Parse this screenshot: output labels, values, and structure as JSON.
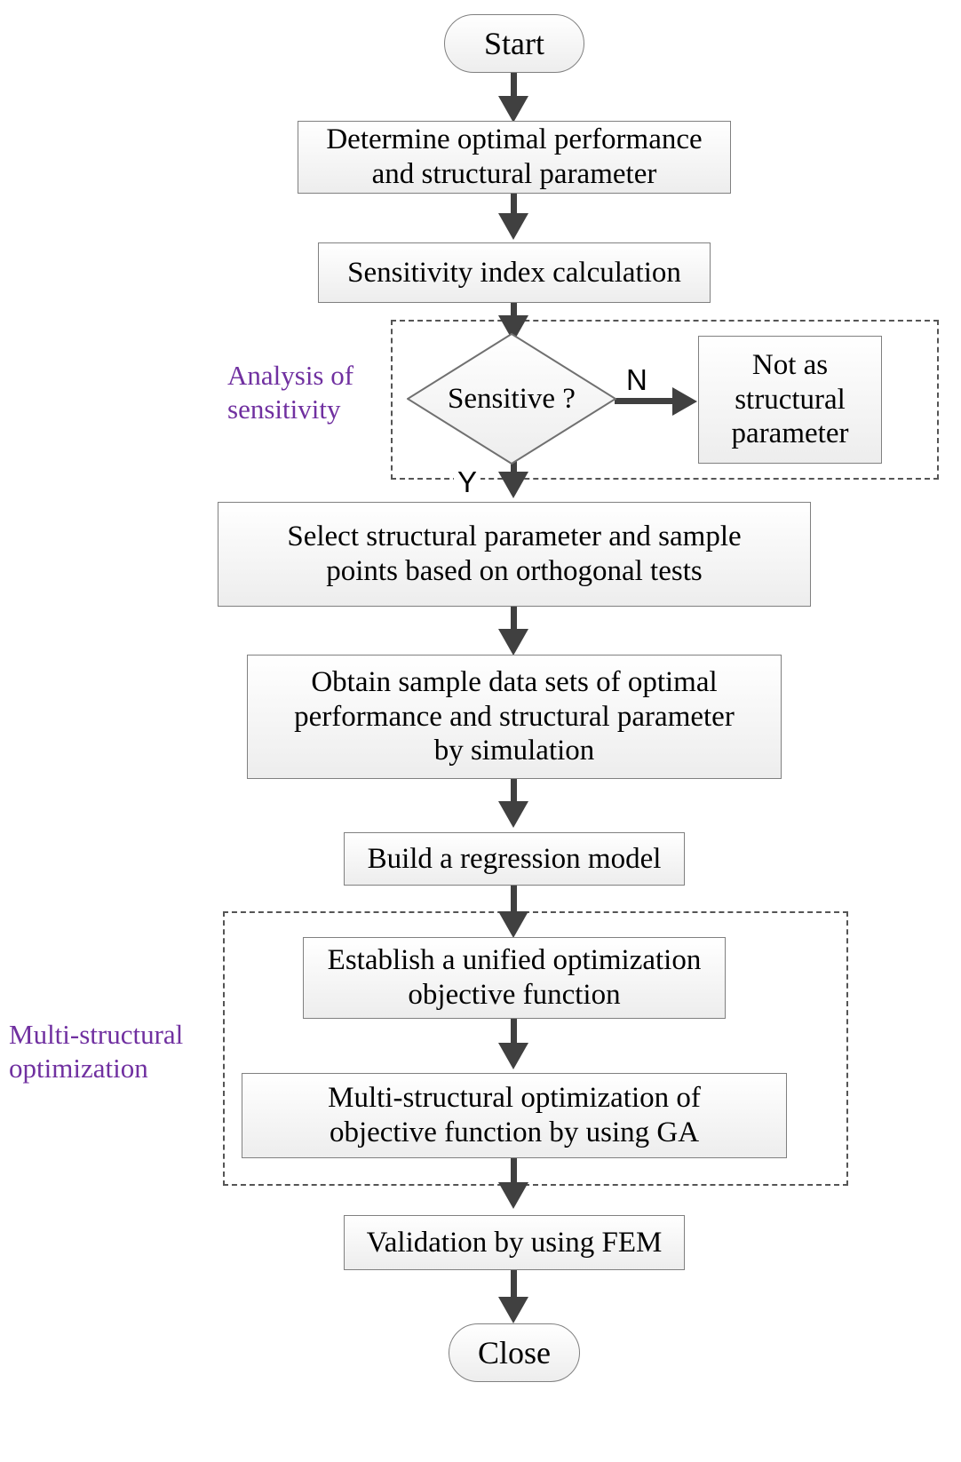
{
  "diagram": {
    "title": "Multi-structural optimization flowchart",
    "accent_purple": "#7030A0",
    "node_border": "#808080",
    "connector_color": "#404040",
    "group_border": "#555555"
  },
  "nodes": {
    "start": {
      "label": "Start",
      "shape": "terminator"
    },
    "determine": {
      "label": "Determine optimal performance\nand structural parameter",
      "shape": "process"
    },
    "sensitivity_index": {
      "label": "Sensitivity index calculation",
      "shape": "process"
    },
    "sensitive_decision": {
      "label": "Sensitive ?",
      "shape": "decision"
    },
    "not_structural": {
      "label": "Not as\nstructural\nparameter",
      "shape": "process"
    },
    "select_params": {
      "label": "Select structural parameter and sample\npoints based on orthogonal tests",
      "shape": "process"
    },
    "obtain_samples": {
      "label": "Obtain sample data sets of optimal\nperformance and structural parameter\nby simulation",
      "shape": "process"
    },
    "regression": {
      "label": "Build a regression model",
      "shape": "process"
    },
    "establish_objective": {
      "label": "Establish a unified optimization\nobjective function",
      "shape": "process"
    },
    "multi_opt_ga": {
      "label": "Multi-structural optimization of\nobjective function by using GA",
      "shape": "process"
    },
    "validation": {
      "label": "Validation by using FEM",
      "shape": "process"
    },
    "close": {
      "label": "Close",
      "shape": "terminator"
    }
  },
  "branch_labels": {
    "no": "N",
    "yes": "Y"
  },
  "groups": {
    "sensitivity": {
      "caption": "Analysis of\nsensitivity"
    },
    "optimization": {
      "caption": "Multi-structural\noptimization"
    }
  }
}
